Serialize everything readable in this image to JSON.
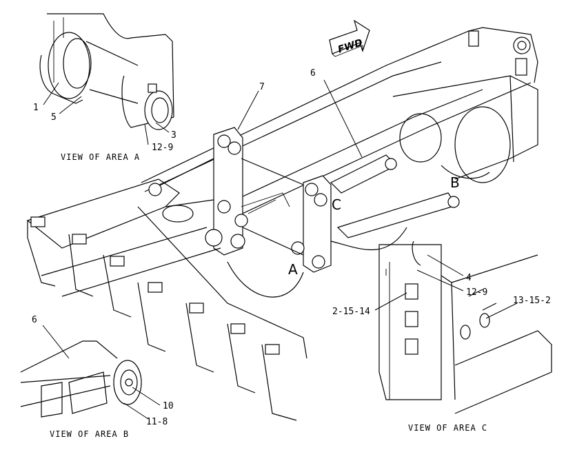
{
  "diagram": {
    "fwd_label": "FWD",
    "area_letters": {
      "a": "A",
      "b": "B",
      "c": "C"
    },
    "views": {
      "area_a": "VIEW OF AREA A",
      "area_b": "VIEW OF AREA B",
      "area_c": "VIEW OF AREA C"
    },
    "callouts": {
      "c1": "1",
      "c5": "5",
      "c3": "3",
      "c12_9_a": "12-9",
      "c7": "7",
      "c6_main": "6",
      "c6_b": "6",
      "c10": "10",
      "c11_8": "11-8",
      "c4": "4",
      "c12_9_c": "12-9",
      "c13_15_2": "13-15-2",
      "c2_15_14": "2-15-14"
    }
  }
}
